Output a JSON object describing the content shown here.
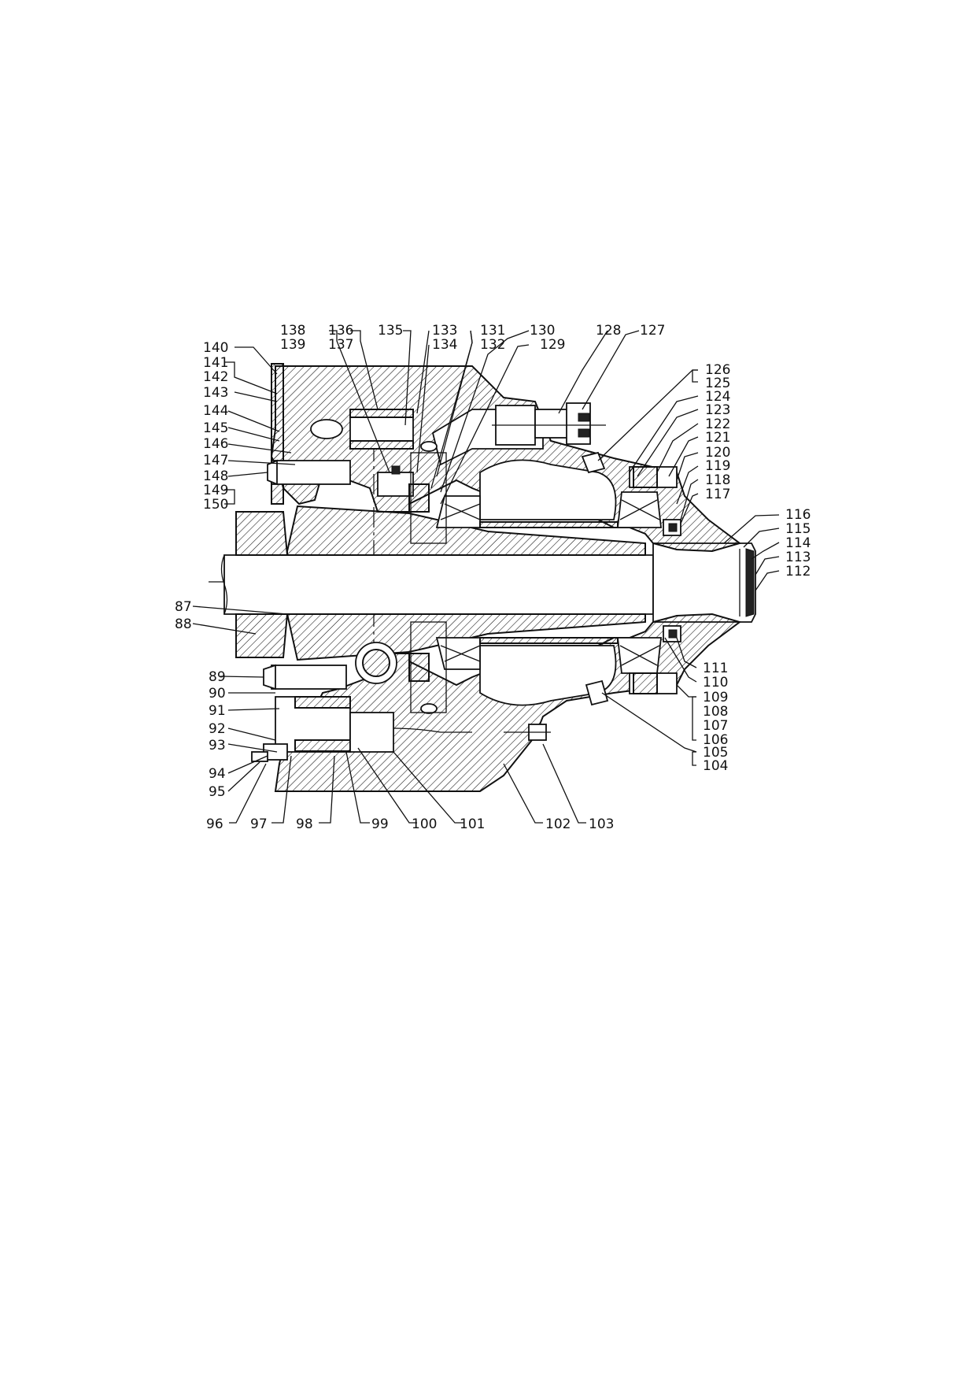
{
  "diagram": {
    "callouts_top": [
      "138",
      "139",
      "136",
      "137",
      "135",
      "133",
      "134",
      "131",
      "132",
      "130",
      "129",
      "128",
      "127"
    ],
    "callouts_left": [
      "140",
      "141",
      "142",
      "143",
      "144",
      "145",
      "146",
      "147",
      "148",
      "149",
      "150",
      "87",
      "88",
      "89",
      "90",
      "91",
      "92",
      "93",
      "94",
      "95"
    ],
    "callouts_right": [
      "126",
      "125",
      "124",
      "123",
      "122",
      "121",
      "120",
      "119",
      "118",
      "117",
      "116",
      "115",
      "114",
      "113",
      "112",
      "111",
      "110",
      "109",
      "108",
      "107",
      "106",
      "105",
      "104"
    ],
    "callouts_bottom": [
      "96",
      "97",
      "98",
      "99",
      "100",
      "101",
      "102",
      "103"
    ]
  }
}
